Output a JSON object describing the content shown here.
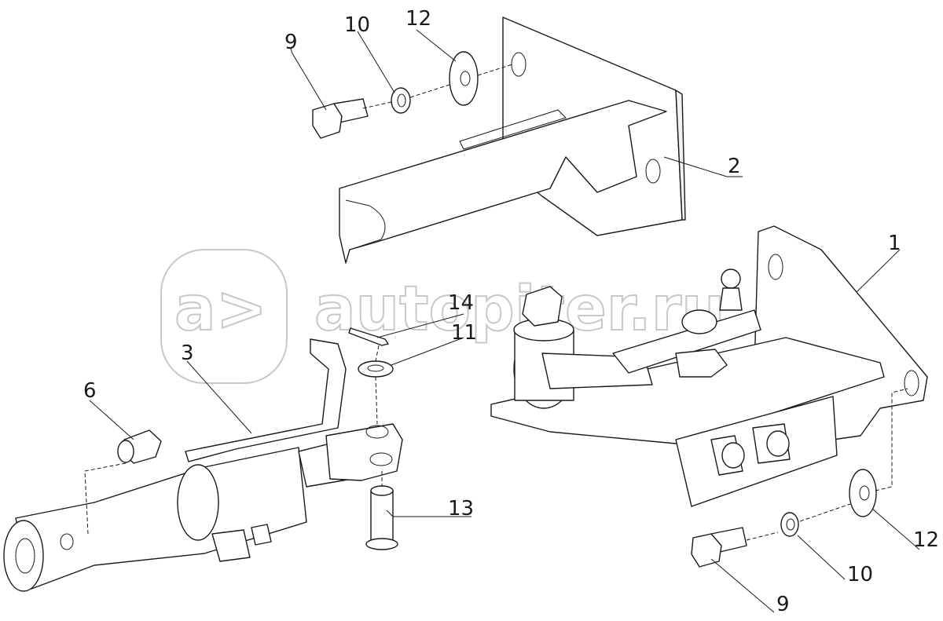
{
  "watermark": {
    "text": "autopiter.ru",
    "logo_text": "a>"
  },
  "callouts": {
    "c1": "1",
    "c2": "2",
    "c3": "3",
    "c6": "6",
    "c9_top": "9",
    "c10_top": "10",
    "c12_top": "12",
    "c14": "14",
    "c11": "11",
    "c13": "13",
    "c12_bottom": "12",
    "c10_bottom": "10",
    "c9_bottom": "9"
  },
  "colors": {
    "line": "#1a1a1a",
    "background": "#ffffff",
    "watermark": "#c8c8c8"
  }
}
